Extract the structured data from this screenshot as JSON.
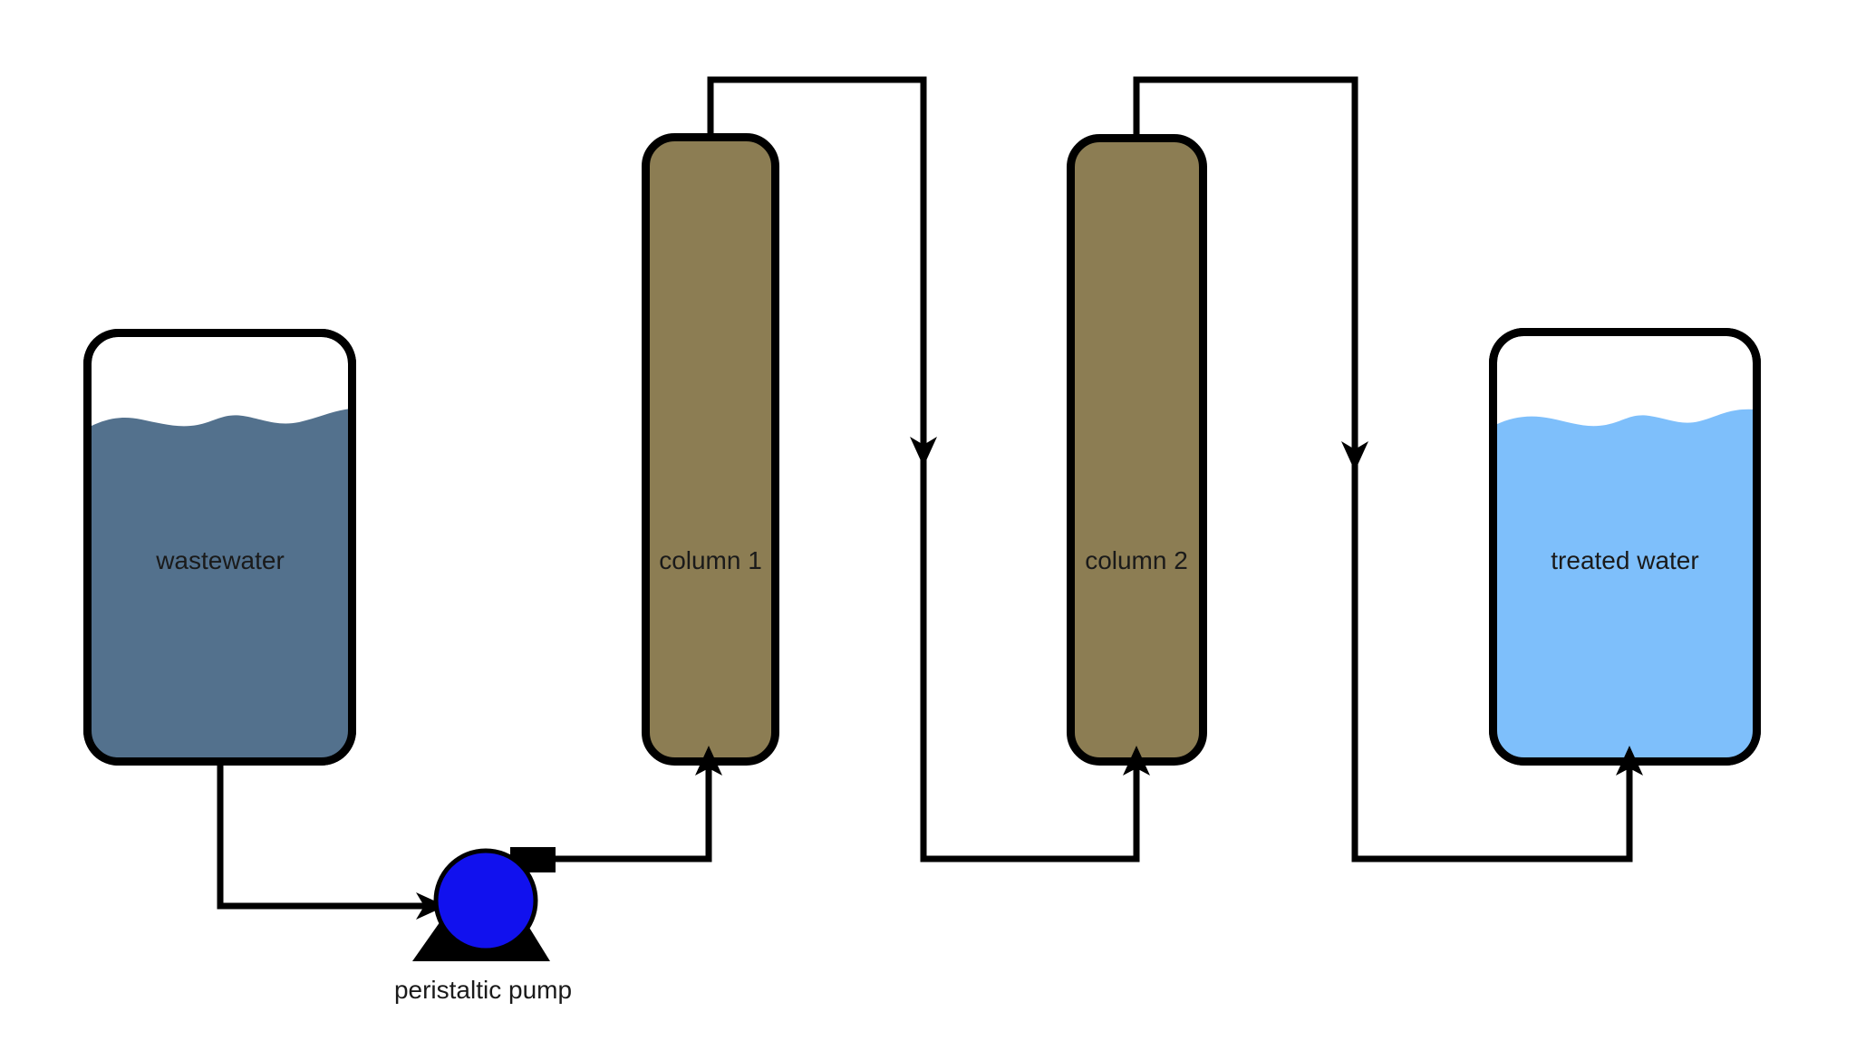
{
  "diagram": {
    "background": "#ffffff",
    "line_color": "#000000",
    "nodes": {
      "wastewater_tank": {
        "label": "wastewater",
        "water_fill": "#53718d",
        "body_fill": "#ffffff"
      },
      "pump": {
        "label": "peristaltic pump",
        "fill": "#1111ee",
        "hardware_fill": "#000000"
      },
      "column1": {
        "label": "column 1",
        "fill": "#8c7d53"
      },
      "column2": {
        "label": "column 2",
        "fill": "#8c7d53"
      },
      "treated_tank": {
        "label": "treated water",
        "water_fill": "#7ebffb",
        "body_fill": "#ffffff"
      }
    },
    "flow": {
      "steps": [
        "wastewater tank -> peristaltic pump",
        "peristaltic pump -> column 1 (bottom inlet)",
        "column 1 (top outlet) -> column 2 (bottom inlet)",
        "column 2 (top outlet) -> treated water tank"
      ]
    }
  }
}
